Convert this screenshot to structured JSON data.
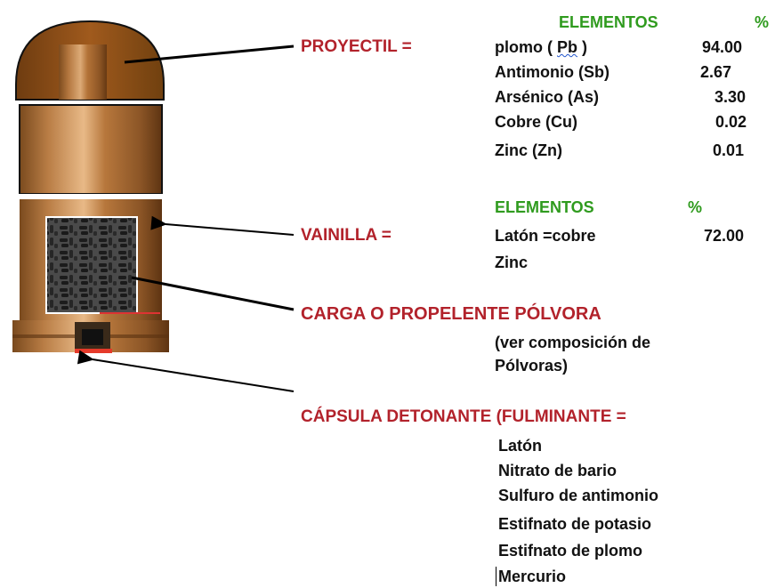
{
  "colors": {
    "label": "#b2222b",
    "header": "#2f9b1e",
    "text": "#111111"
  },
  "proyectil": {
    "label": "PROYECTIL =",
    "header_elements": "ELEMENTOS",
    "header_percent": "%",
    "rows": [
      {
        "name_pre": "plomo ( ",
        "name_mark": "Pb",
        "name_post": " )",
        "value": "94.00"
      },
      {
        "name": "Antimonio (Sb)",
        "value": "2.67"
      },
      {
        "name": "Arsénico (As)",
        "value": "3.30"
      },
      {
        "name": "Cobre (Cu)",
        "value": "0.02"
      },
      {
        "name": "Zinc (Zn)",
        "value": "0.01"
      }
    ]
  },
  "vainilla": {
    "label": "VAINILLA =",
    "header_elements": "ELEMENTOS",
    "header_percent": "%",
    "rows": [
      {
        "name": "Latón =cobre",
        "value": "72.00"
      },
      {
        "name": "Zinc",
        "value": ""
      }
    ]
  },
  "carga": {
    "label": "CARGA  O  PROPELENTE  PÓLVORA",
    "note_line1": "(ver composición de",
    "note_line2": "Pólvoras)"
  },
  "capsula": {
    "label": "CÁPSULA DETONANTE (FULMINANTE =",
    "items": [
      "Latón",
      "Nitrato de bario",
      "Sulfuro de antimonio",
      "Estifnato de potasio",
      "Estifnato de plomo",
      "Mercurio"
    ]
  }
}
